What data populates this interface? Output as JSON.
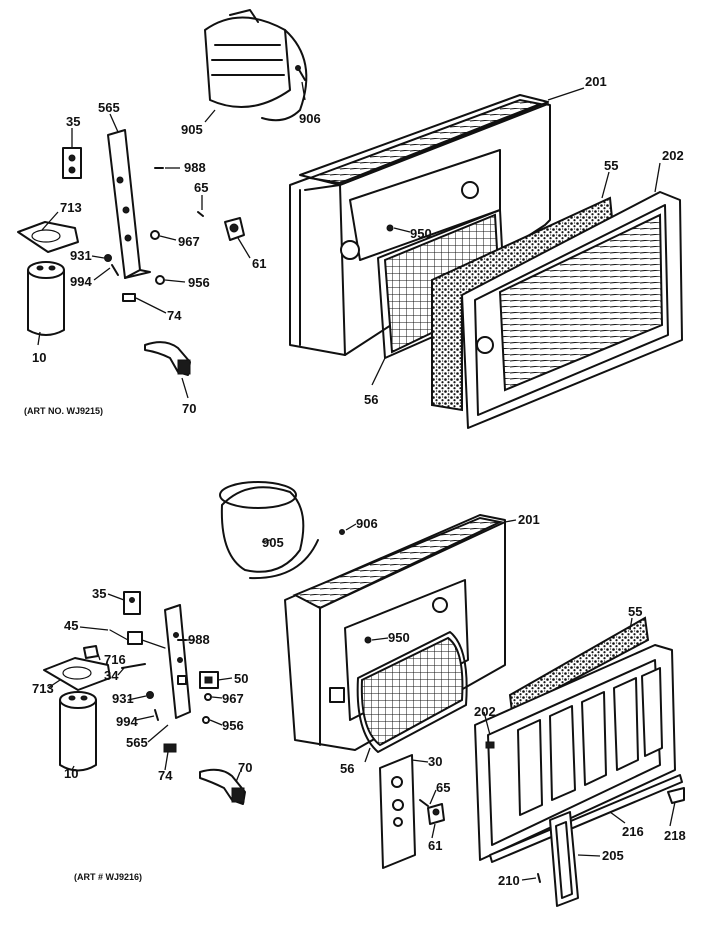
{
  "top": {
    "labels": {
      "p905": "905",
      "p906": "906",
      "p201": "201",
      "p565": "565",
      "p35": "35",
      "p988": "988",
      "p65": "65",
      "p713": "713",
      "p967": "967",
      "p61": "61",
      "p931": "931",
      "p994": "994",
      "p956": "956",
      "p950": "950",
      "p55": "55",
      "p202": "202",
      "p74": "74",
      "p10": "10",
      "p56": "56",
      "p70": "70"
    },
    "caption": "(ART NO. WJ9215)"
  },
  "bottom": {
    "labels": {
      "p905": "905",
      "p906": "906",
      "p201": "201",
      "p35": "35",
      "p45": "45",
      "p988": "988",
      "p950": "950",
      "p716": "716",
      "p34": "34",
      "p50": "50",
      "p713": "713",
      "p931": "931",
      "p967": "967",
      "p994": "994",
      "p956": "956",
      "p565": "565",
      "p202": "202",
      "p55": "55",
      "p10": "10",
      "p74": "74",
      "p56": "56",
      "p30": "30",
      "p70": "70",
      "p65": "65",
      "p216": "216",
      "p218": "218",
      "p61": "61",
      "p205": "205",
      "p210": "210"
    },
    "caption": "(ART # WJ9216)"
  }
}
